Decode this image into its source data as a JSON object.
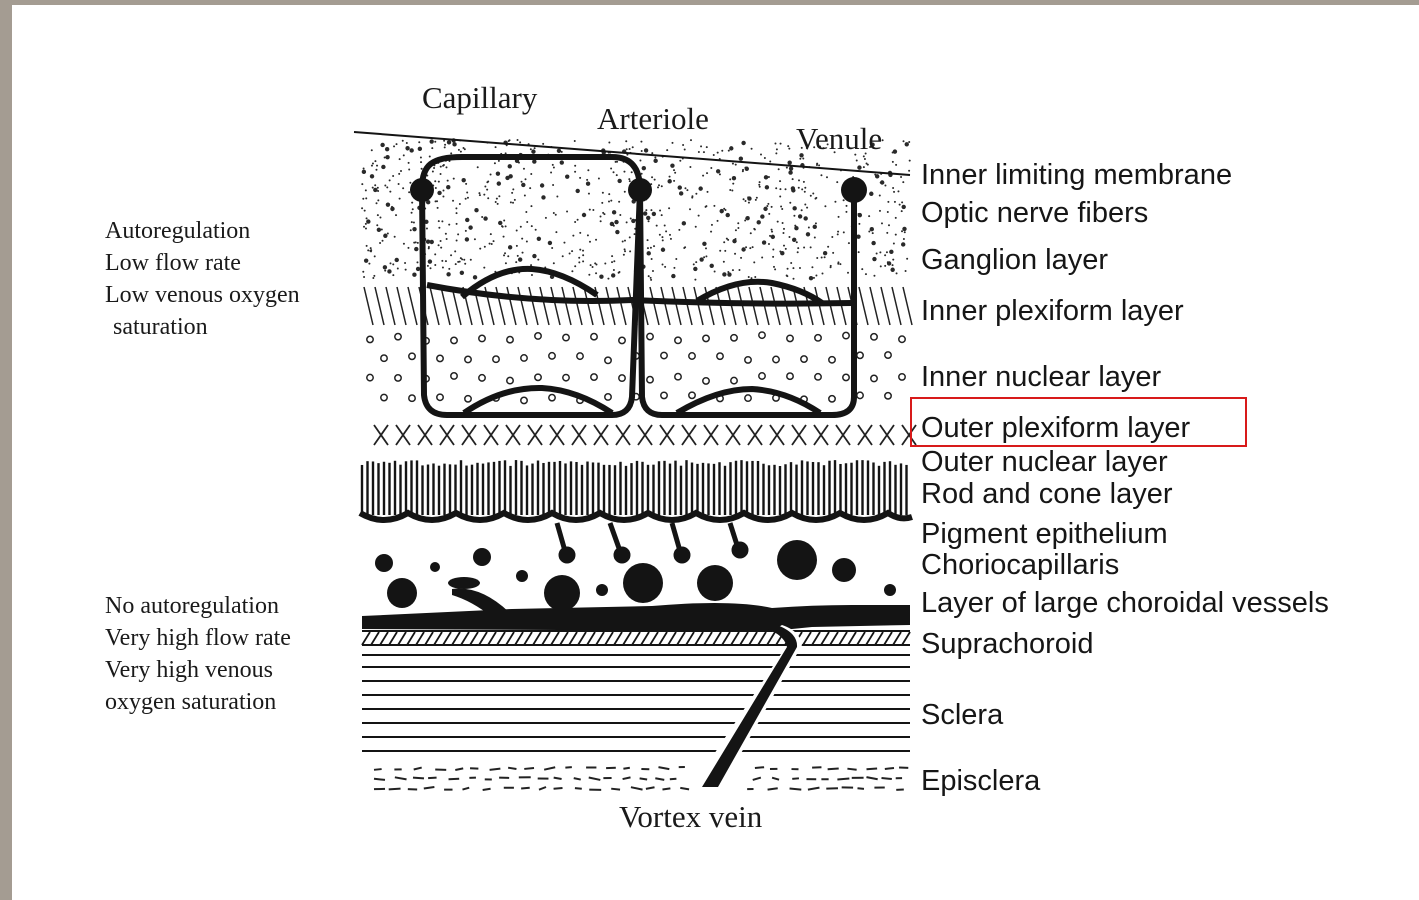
{
  "vessel_labels": {
    "capillary": "Capillary",
    "arteriole": "Arteriole",
    "venule": "Venule",
    "vortex_vein": "Vortex vein"
  },
  "retinal_circulation_notes": [
    "Autoregulation",
    "Low flow rate",
    "Low venous oxygen",
    "saturation"
  ],
  "choroidal_circulation_notes": [
    "No autoregulation",
    "Very high flow rate",
    "Very high venous",
    "oxygen saturation"
  ],
  "layer_labels": [
    "Inner limiting membrane",
    "Optic nerve fibers",
    "Ganglion layer",
    "Inner plexiform layer",
    "Inner nuclear layer",
    "Outer plexiform layer",
    "Outer nuclear layer",
    "Rod and cone layer",
    "Pigment epithelium",
    "Choriocapillaris",
    "Layer of large choroidal vessels",
    "Suprachoroid",
    "Sclera",
    "Episclera"
  ],
  "highlighted_layer": "Outer plexiform layer",
  "colors": {
    "highlight_border": "#d81a1a",
    "ink": "#141414"
  }
}
